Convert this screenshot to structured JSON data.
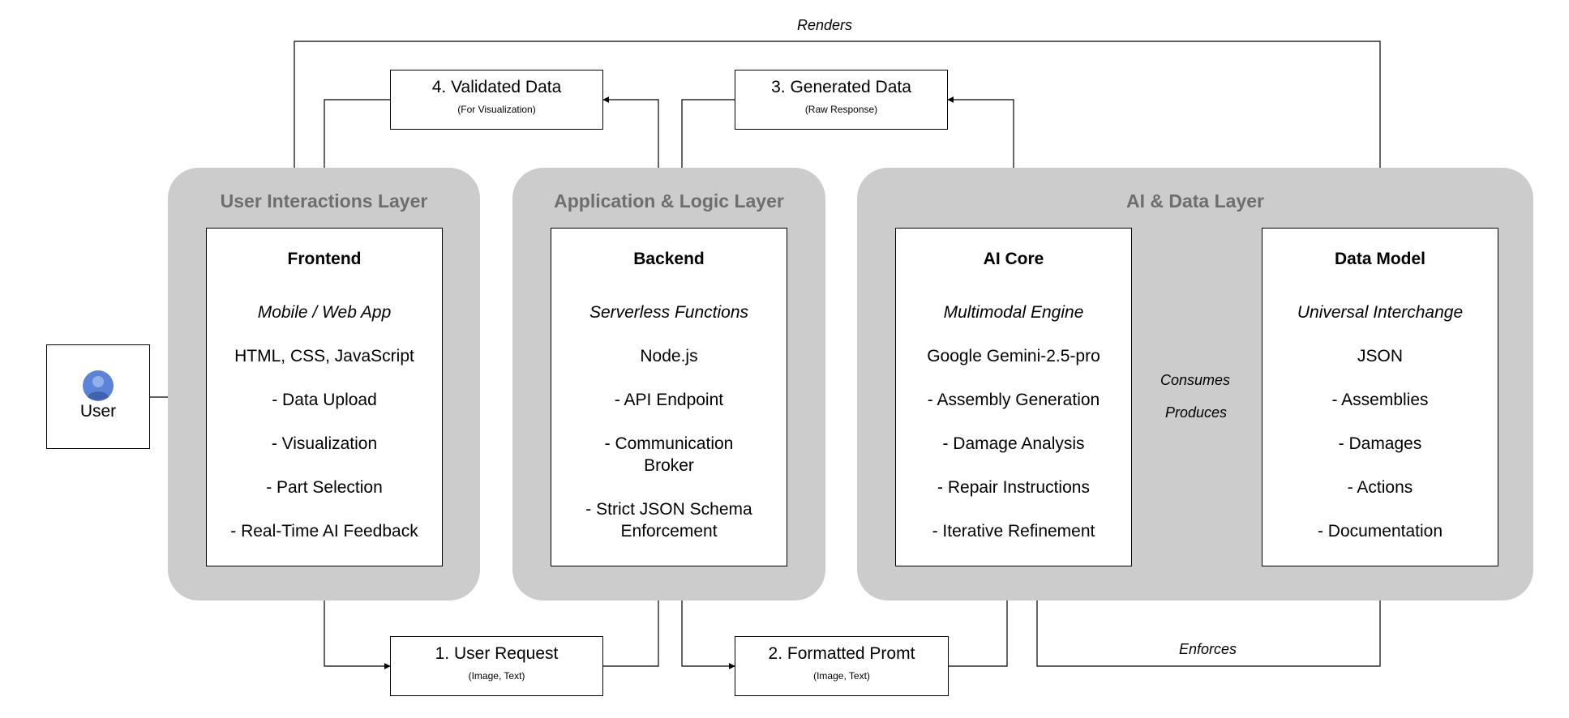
{
  "user": {
    "label": "User",
    "icon": "user-avatar-icon",
    "icon_color": "#5b84d6"
  },
  "layers": {
    "user_interactions": {
      "title": "User Interactions Layer"
    },
    "application_logic": {
      "title": "Application & Logic Layer"
    },
    "ai_data": {
      "title": "AI & Data Layer"
    }
  },
  "components": {
    "frontend": {
      "title": "Frontend",
      "subtitle": "Mobile / Web App",
      "tech": "HTML, CSS, JavaScript",
      "features": [
        "- Data Upload",
        "- Visualization",
        "- Part Selection",
        "- Real-Time AI Feedback"
      ]
    },
    "backend": {
      "title": "Backend",
      "subtitle": "Serverless Functions",
      "tech": "Node.js",
      "features": [
        "- API Endpoint",
        "- Communication",
        "Broker",
        "- Strict JSON Schema",
        "Enforcement"
      ]
    },
    "ai_core": {
      "title": "AI Core",
      "subtitle": "Multimodal Engine",
      "tech": "Google Gemini-2.5-pro",
      "features": [
        "- Assembly Generation",
        "- Damage Analysis",
        "- Repair Instructions",
        "- Iterative Refinement"
      ]
    },
    "data_model": {
      "title": "Data Model",
      "subtitle": "Universal Interchange",
      "tech": "JSON",
      "features": [
        "- Assemblies",
        "- Damages",
        "- Actions",
        "- Documentation"
      ]
    }
  },
  "flows": {
    "user_request": {
      "label": "1. User Request",
      "sub": "(Image, Text)"
    },
    "formatted_prompt": {
      "label": "2. Formatted Promt",
      "sub": "(Image, Text)"
    },
    "generated_data": {
      "label": "3. Generated Data",
      "sub": "(Raw Response)"
    },
    "validated_data": {
      "label": "4. Validated Data",
      "sub": "(For Visualization)"
    }
  },
  "edge_labels": {
    "renders": "Renders",
    "consumes": "Consumes",
    "produces": "Produces",
    "enforces": "Enforces"
  },
  "colors": {
    "layer_bg": "#cccccc",
    "layer_title": "#6e6e6e",
    "line": "#000000"
  }
}
